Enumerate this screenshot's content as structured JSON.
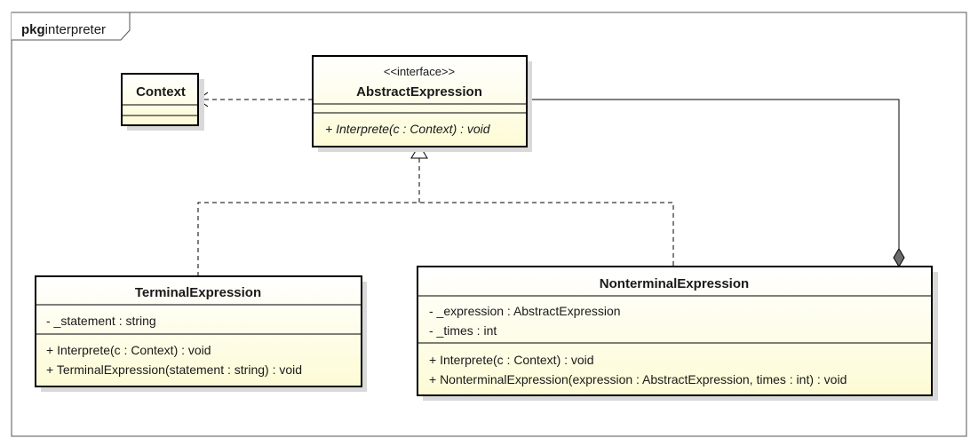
{
  "package": {
    "keyword": "pkg",
    "name": "interpreter"
  },
  "classes": {
    "context": {
      "name": "Context",
      "attributes": [],
      "operations": []
    },
    "abstract_expression": {
      "stereotype": "<<interface>>",
      "name": "AbstractExpression",
      "attributes": [],
      "operations": [
        "+ Interprete(c : Context) : void"
      ]
    },
    "terminal_expression": {
      "name": "TerminalExpression",
      "attributes": [
        "- _statement : string"
      ],
      "operations": [
        "+ Interprete(c : Context) : void",
        "+ TerminalExpression(statement : string) : void"
      ]
    },
    "nonterminal_expression": {
      "name": "NonterminalExpression",
      "attributes": [
        "- _expression : AbstractExpression",
        "- _times : int"
      ],
      "operations": [
        "+ Interprete(c : Context) : void",
        "+ NonterminalExpression(expression : AbstractExpression, times : int) : void"
      ]
    }
  },
  "relationships": [
    {
      "type": "dependency",
      "from": "AbstractExpression",
      "to": "Context"
    },
    {
      "type": "realization",
      "from": "TerminalExpression",
      "to": "AbstractExpression"
    },
    {
      "type": "realization",
      "from": "NonterminalExpression",
      "to": "AbstractExpression"
    },
    {
      "type": "composition",
      "from": "NonterminalExpression",
      "to": "AbstractExpression"
    }
  ],
  "colors": {
    "class_fill": "#fefde1",
    "border": "#000000",
    "shadow": "#d9d9d9",
    "diamond": "#6b6b6b"
  }
}
